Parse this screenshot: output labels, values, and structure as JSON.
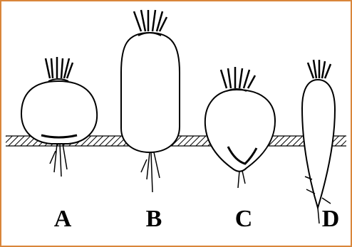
{
  "frame": {
    "border_color": "#d9863a"
  },
  "roots": [
    {
      "id": "A",
      "label": "A"
    },
    {
      "id": "B",
      "label": "B"
    },
    {
      "id": "C",
      "label": "C"
    },
    {
      "id": "D",
      "label": "D"
    }
  ]
}
